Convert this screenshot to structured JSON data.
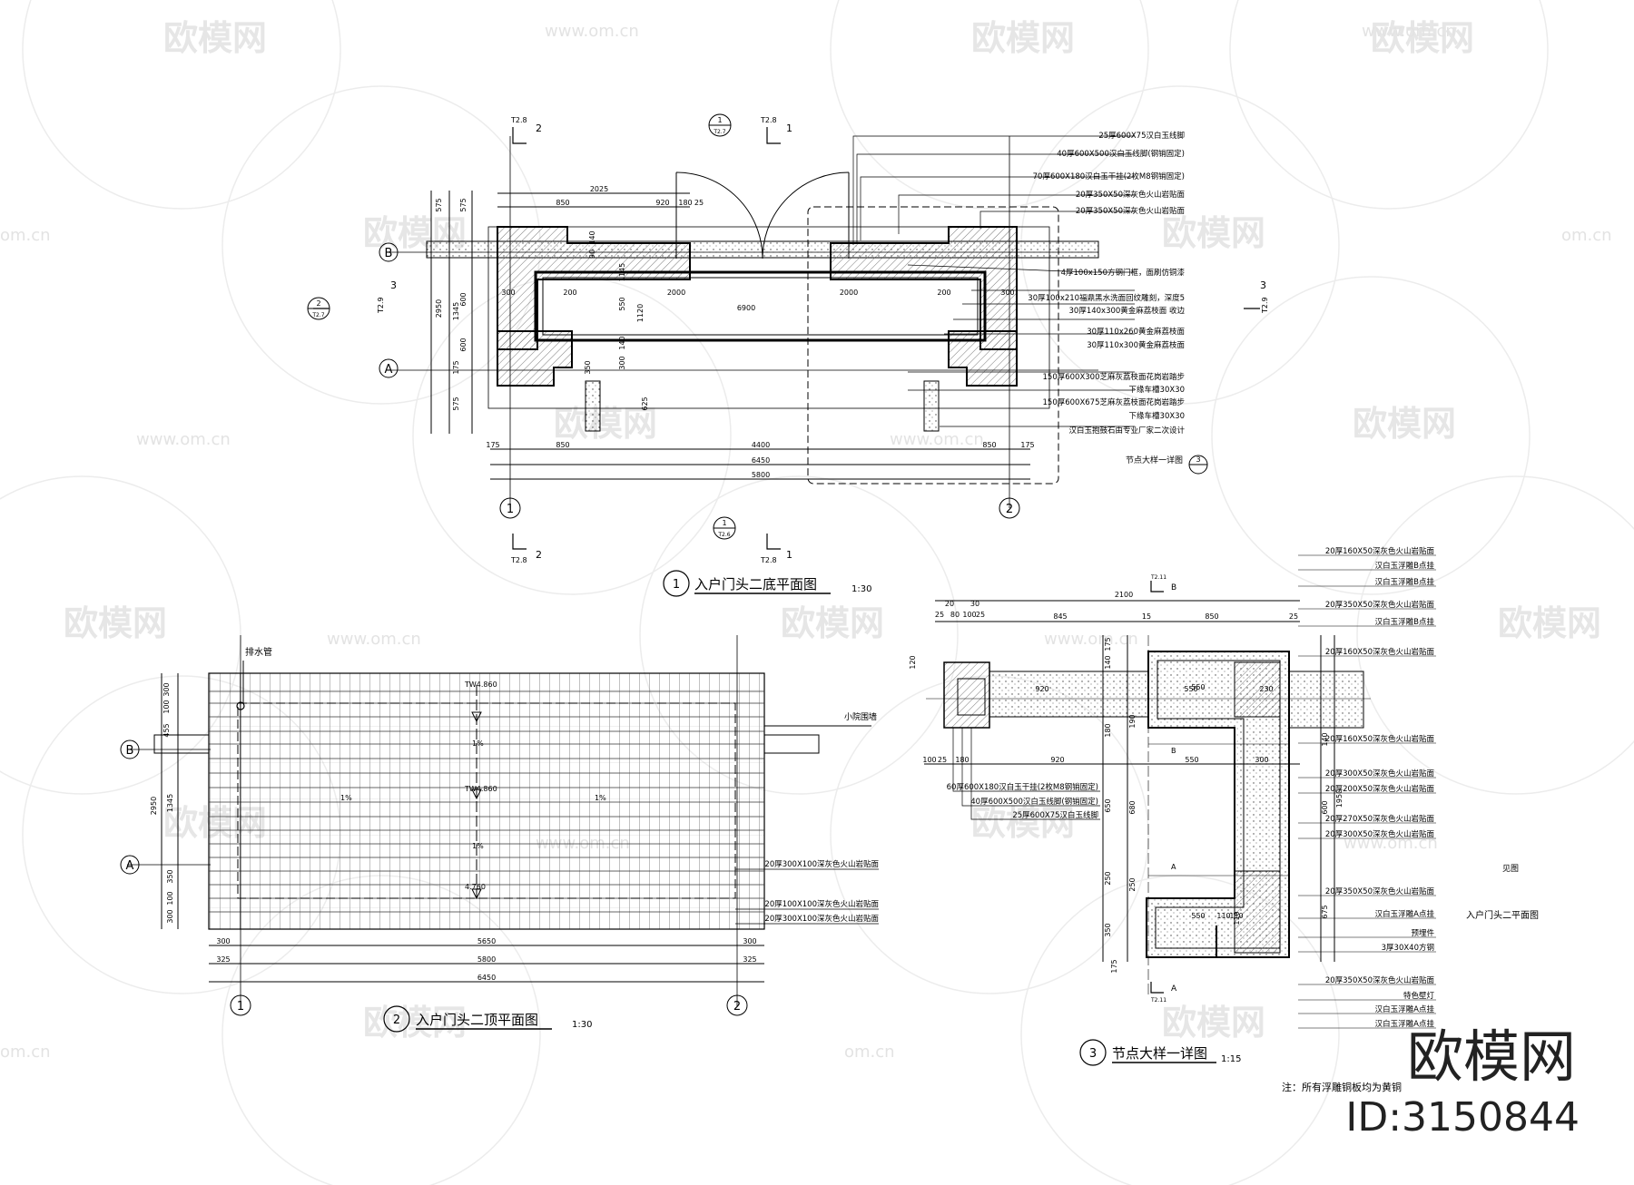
{
  "watermark": {
    "logo_text": "欧模网",
    "url_text": "www.om.cn",
    "short_url": "om.cn"
  },
  "brand": {
    "name": "欧模网",
    "id_text": "ID:3150844"
  },
  "plan1": {
    "title_num": "1",
    "title": "入户门头二底平面图",
    "scale": "1:30",
    "grid_a": "A",
    "grid_b": "B",
    "axis_1": "1",
    "axis_2": "2",
    "section_ref_2": "2",
    "section_ref_1": "1",
    "sheet_ref": "T2.8",
    "side_ref": "3",
    "side_sheet": "T2.9",
    "callout_top": {
      "num": "1",
      "sheet": "T2.7"
    },
    "callout_left": {
      "num": "2",
      "sheet": "T2.7"
    },
    "callout_bottom": {
      "num": "1",
      "sheet": "T2.6"
    },
    "dims_top": [
      "850",
      "920",
      "180",
      "25",
      "2025"
    ],
    "dims_left": [
      "575",
      "575",
      "600",
      "600",
      "2950",
      "1345",
      "175",
      "575"
    ],
    "dims_mid": [
      "300",
      "200",
      "2000",
      "6900",
      "2000",
      "200",
      "300"
    ],
    "dims_inner": [
      "140",
      "90",
      "1145",
      "550",
      "1120",
      "140",
      "300",
      "625",
      "350"
    ],
    "dims_bottom": [
      "175",
      "850",
      "4400",
      "850",
      "175",
      "6450",
      "5800"
    ],
    "notes": [
      "25厚600X75汉白玉线脚",
      "40厚600X500汉白玉线脚(钢销固定)",
      "70厚600X180汉白玉干挂(2枚M8钢销固定)",
      "20厚350X50深灰色火山岩贴面",
      "20厚350X50深灰色火山岩贴面",
      "4厚100x150方钢门框，面刷仿铜漆",
      "30厚100x210福鼎黑水洗面回纹雕刻，深度5",
      "30厚140x300黄金麻荔枝面  收边",
      "30厚110x260黄金麻荔枝面",
      "30厚110x300黄金麻荔枝面",
      "150厚600X300芝麻灰荔枝面花岗岩踏步",
      "下缘车槽30X30",
      "150厚600X675芝麻灰荔枝面花岗岩踏步",
      "下缘车槽30X30",
      "汉白玉抱鼓石由专业厂家二次设计"
    ],
    "detail_ref": {
      "label": "节点大样一详图",
      "num": "3"
    }
  },
  "plan2": {
    "title_num": "2",
    "title": "入户门头二顶平面图",
    "scale": "1:30",
    "drain_label": "排水管",
    "wall_label": "小院围墙",
    "grid_a": "A",
    "grid_b": "B",
    "axis_1": "1",
    "axis_2": "2",
    "elev_1": "TW4.860",
    "elev_2": "TW4.860",
    "elev_3": "4.760",
    "slope_1": "1%",
    "slope_2": "1%",
    "slope_3": "1%",
    "slope_4": "1%",
    "dims_left": [
      "300",
      "100",
      "455",
      "2950",
      "1345",
      "350",
      "100",
      "300"
    ],
    "dims_bottom": [
      "300",
      "5650",
      "300",
      "325",
      "5800",
      "325",
      "6450"
    ],
    "notes": [
      "20厚300X100深灰色火山岩贴面",
      "20厚100X100深灰色火山岩贴面",
      "20厚300X100深灰色火山岩贴面"
    ]
  },
  "plan3": {
    "title_num": "3",
    "title": "节点大样一详图",
    "scale": "1:15",
    "dims_top": [
      "2100",
      "20",
      "30",
      "25",
      "80",
      "100",
      "25",
      "845",
      "15",
      "850",
      "25"
    ],
    "dims_mid": [
      "920",
      "550",
      "230",
      "180",
      "920",
      "550",
      "300",
      "100",
      "25"
    ],
    "dims_vert": [
      "120",
      "140",
      "175",
      "180",
      "190",
      "650",
      "680",
      "250",
      "250",
      "350",
      "675",
      "600",
      "1950",
      "140",
      "175",
      "110"
    ],
    "inner_labels": [
      "550",
      "550",
      "110",
      "110"
    ],
    "section_ref_b": "B",
    "section_ref_a": "A",
    "section_sheet": "T2.11",
    "notes_left": [
      "60厚600X180汉白玉干挂(2枚M8钢销固定)",
      "40厚600X500汉白玉线脚(钢销固定)",
      "25厚600X75汉白玉线脚"
    ],
    "notes_right": [
      "20厚160X50深灰色火山岩贴面",
      "汉白玉浮雕B点挂",
      "汉白玉浮雕B点挂",
      "20厚350X50深灰色火山岩贴面",
      "汉白玉浮雕B点挂",
      "20厚160X50深灰色火山岩贴面",
      "20厚160X50深灰色火山岩贴面",
      "20厚300X50深灰色火山岩贴面",
      "20厚200X50深灰色火山岩贴面",
      "20厚270X50深灰色火山岩贴面",
      "20厚300X50深灰色火山岩贴面",
      "20厚350X50深灰色火山岩贴面",
      "汉白玉浮雕A点挂",
      "预埋件",
      "3厚30X40方钢",
      "20厚350X50深灰色火山岩贴面",
      "特色壁灯",
      "汉白玉浮雕A点挂",
      "汉白玉浮雕A点挂"
    ],
    "side_label_1": "见图",
    "side_label_2": "入户门头二平面图",
    "note_footer": "注：所有浮雕铜板均为黄铜"
  }
}
